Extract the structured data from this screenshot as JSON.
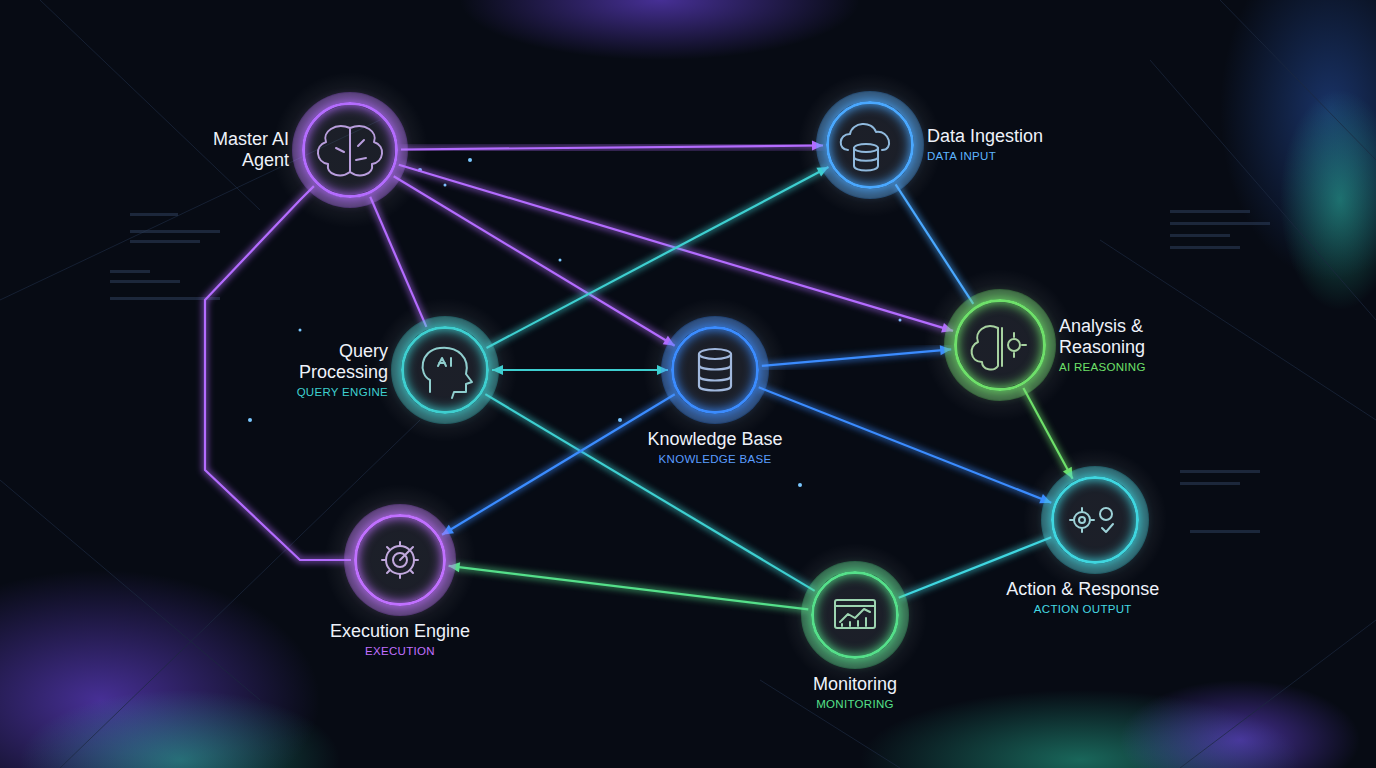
{
  "diagram": {
    "nodes": [
      {
        "text": [
          "Master AI Agent"
        ]
      },
      {
        "text": [
          "Data Ingestion",
          "DATA INPUT"
        ]
      },
      {
        "text": [
          "Query Processing",
          "QUERY ENGINE"
        ]
      },
      {
        "text": [
          "Knowledge Base",
          "KNOWLEDGE BASE"
        ]
      },
      {
        "text": [
          "Analysis & Reasoning",
          "AI REASONING"
        ]
      },
      {
        "text": [
          "Execution Engine",
          "EXECUTION"
        ]
      },
      {
        "text": [
          "Action & Response",
          "ACTION OUTPUT"
        ]
      },
      {
        "text": [
          "Monitoring",
          "MONITORING"
        ]
      }
    ],
    "edges": [
      {
        "from": 0,
        "to": 1,
        "arrow": "to"
      },
      {
        "from": 0,
        "to": 2,
        "arrow": "none"
      },
      {
        "from": 0,
        "to": 3,
        "arrow": "to"
      },
      {
        "from": 0,
        "to": 4,
        "arrow": "to"
      },
      {
        "from": 0,
        "to": 5,
        "arrow": "none"
      },
      {
        "from": 2,
        "to": 1,
        "arrow": "to"
      },
      {
        "from": 2,
        "to": 3,
        "arrow": "both"
      },
      {
        "from": 2,
        "to": 7,
        "arrow": "none"
      },
      {
        "from": 3,
        "to": 4,
        "arrow": "to"
      },
      {
        "from": 3,
        "to": 5,
        "arrow": "to"
      },
      {
        "from": 3,
        "to": 6,
        "arrow": "to"
      },
      {
        "from": 1,
        "to": 4,
        "arrow": "none"
      },
      {
        "from": 4,
        "to": 6,
        "arrow": "to"
      },
      {
        "from": 6,
        "to": 7,
        "arrow": "none"
      },
      {
        "from": 7,
        "to": 5,
        "arrow": "to"
      }
    ]
  }
}
